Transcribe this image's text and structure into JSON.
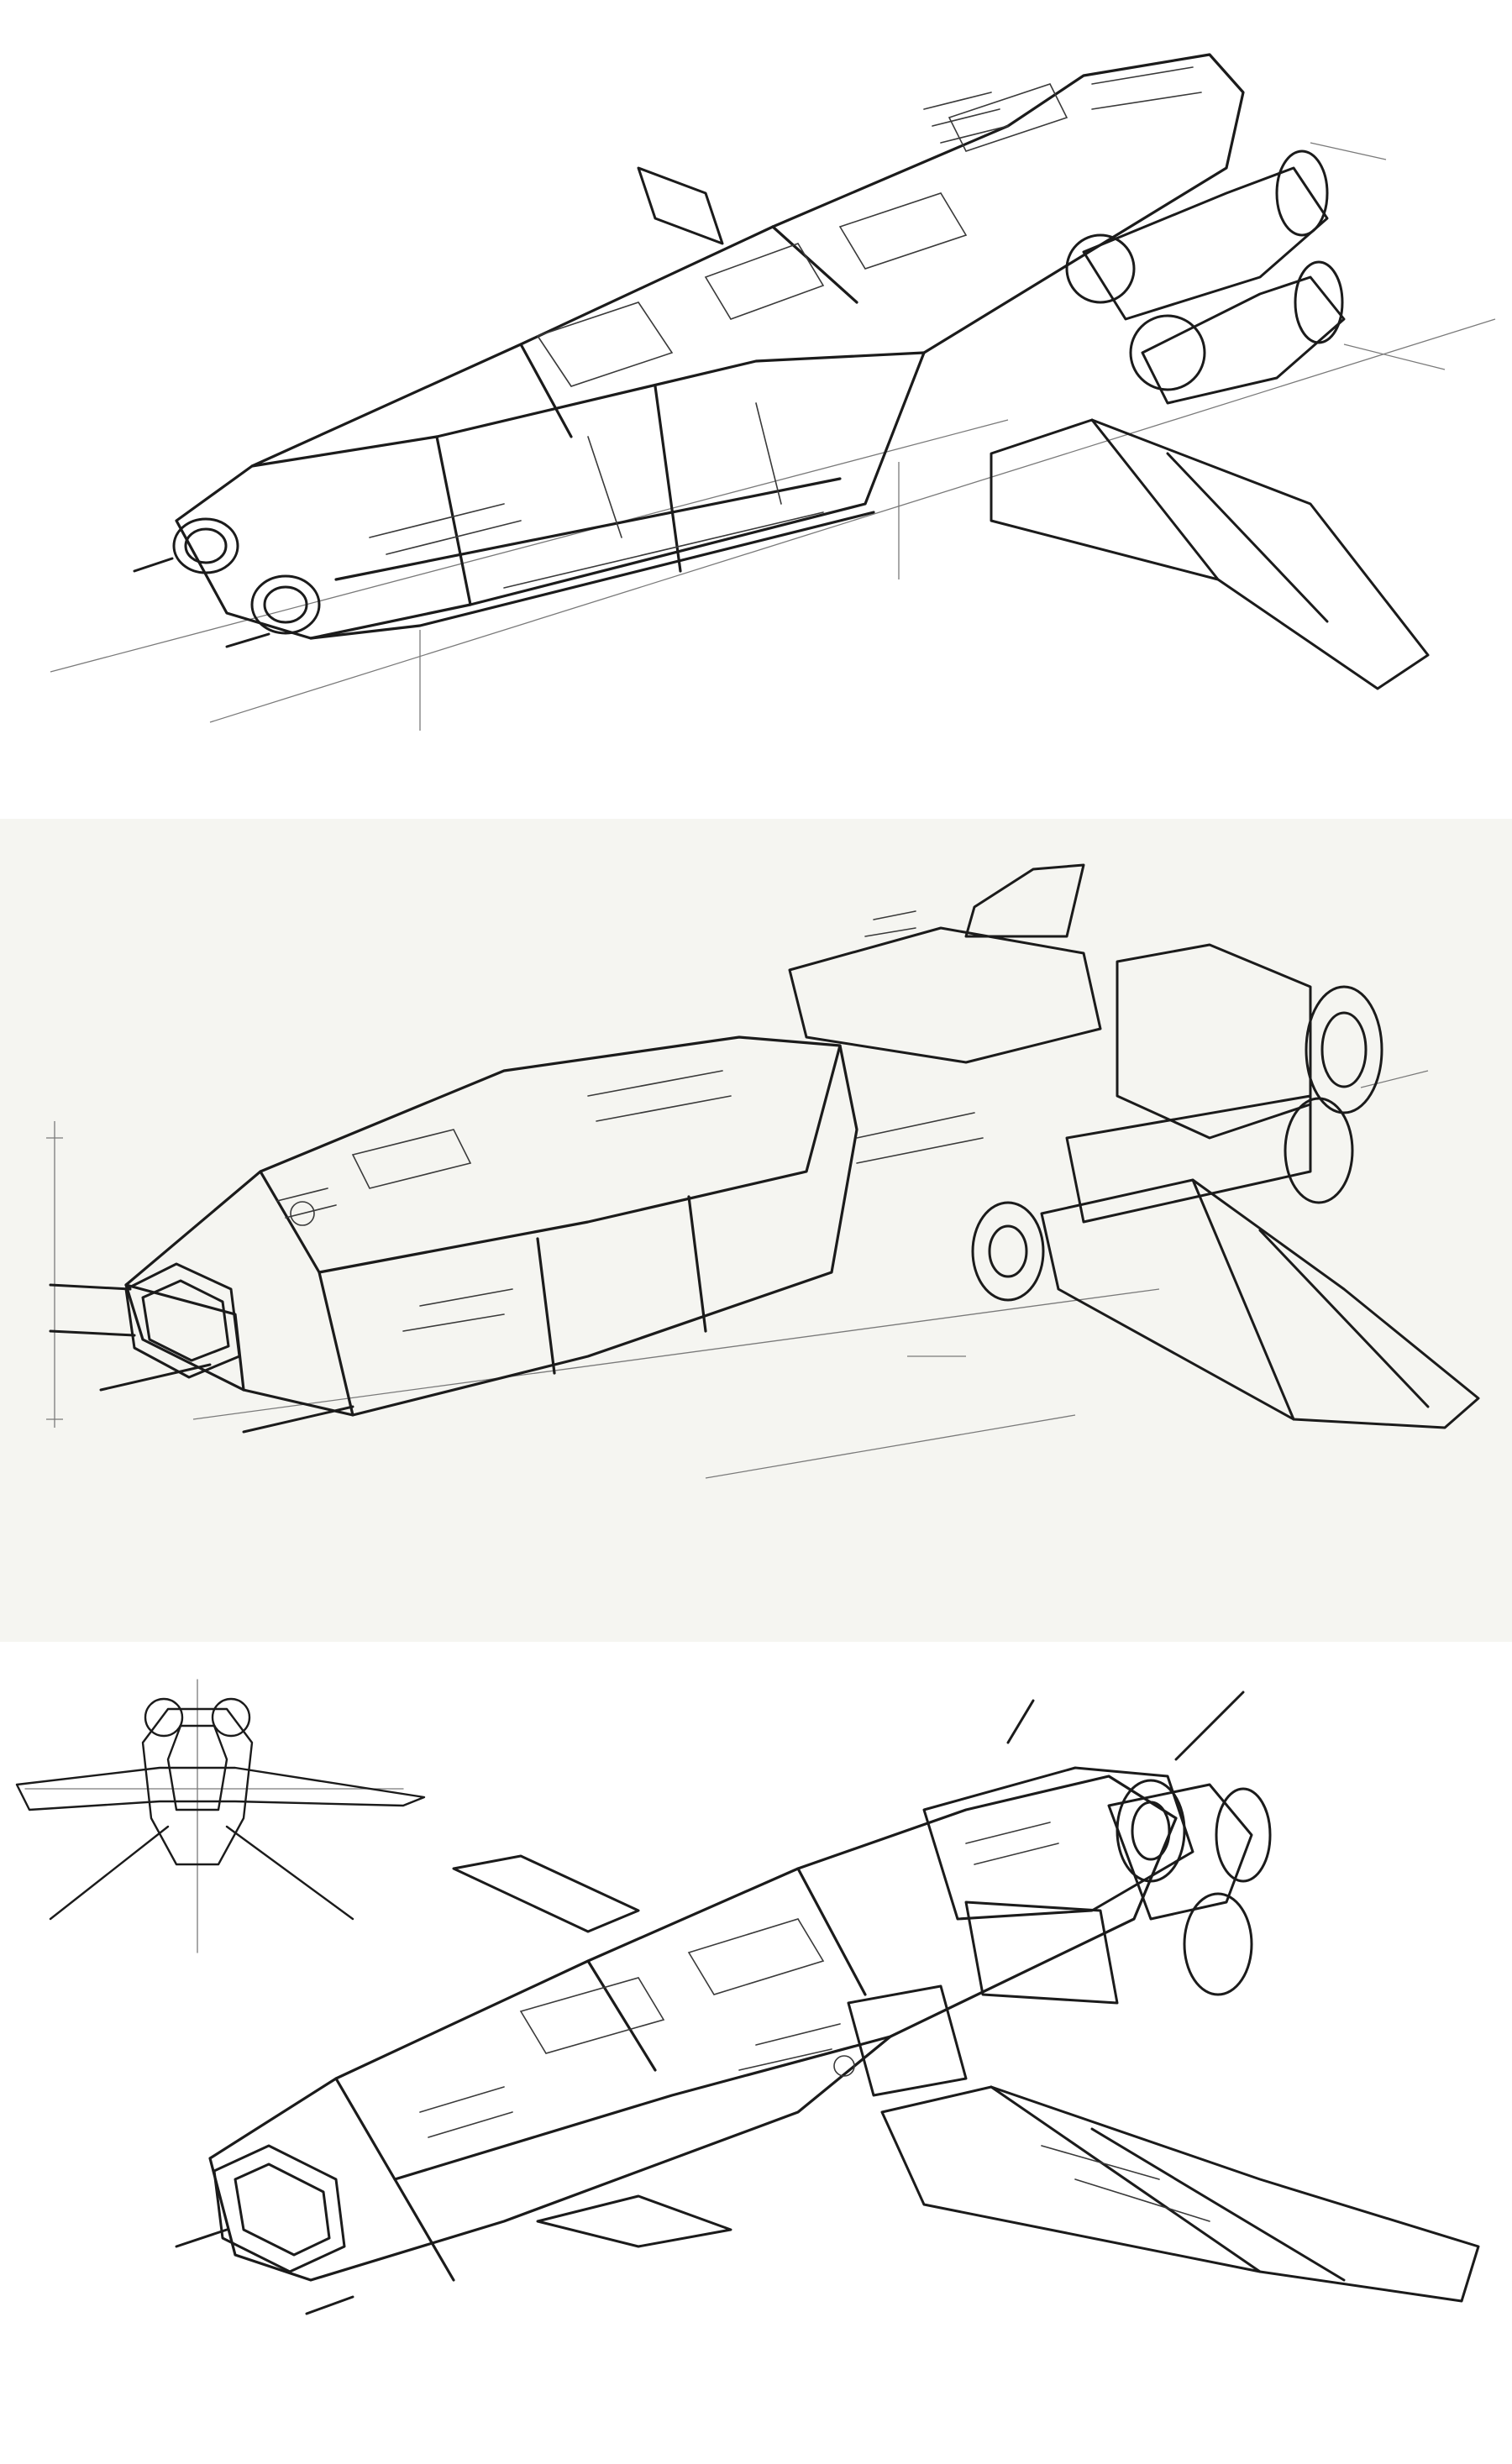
{
  "sheet": {
    "panels": [
      {
        "id": "panel-1",
        "subject": "spaceship-sketch-view-1",
        "background": "#ffffff"
      },
      {
        "id": "panel-2",
        "subject": "spaceship-sketch-view-2",
        "background": "#f5f5f1"
      },
      {
        "id": "panel-3",
        "subject": "spaceship-sketch-view-3-with-front-inset",
        "background": "#ffffff"
      }
    ],
    "colors": {
      "ink": "#1b1b1b",
      "guide": "#7a7a7a",
      "paper_tint": "#f5f5f1"
    }
  }
}
